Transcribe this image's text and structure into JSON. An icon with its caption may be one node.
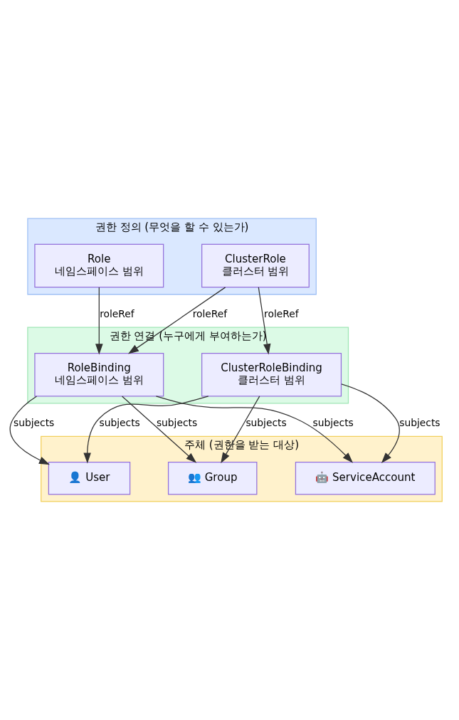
{
  "diagram": {
    "nodes": [
      {
        "text": [
          "권한 정의 (무엇을 할 수 있는가)"
        ]
      },
      {
        "text": [
          "Role",
          "네임스페이스 범위"
        ],
        "in": 0
      },
      {
        "text": [
          "ClusterRole",
          "클러스터 범위"
        ],
        "in": 0
      },
      {
        "text": [
          "권한 연결 (누구에게 부여하는가)"
        ]
      },
      {
        "text": [
          "RoleBinding",
          "네임스페이스 범위"
        ],
        "in": 3
      },
      {
        "text": [
          "ClusterRoleBinding",
          "클러스터 범위"
        ],
        "in": 3
      },
      {
        "text": [
          "주체 (권한을 받는 대상)"
        ]
      },
      {
        "text": [
          "👤 User"
        ],
        "in": 6
      },
      {
        "text": [
          "👥 Group"
        ],
        "in": 6
      },
      {
        "text": [
          "🤖 ServiceAccount"
        ],
        "in": 6
      }
    ],
    "edges": [
      {
        "from": 1,
        "to": 4,
        "arrow": "to",
        "label": "roleRef"
      },
      {
        "from": 2,
        "to": 4,
        "arrow": "to",
        "label": "roleRef"
      },
      {
        "from": 2,
        "to": 5,
        "arrow": "to",
        "label": "roleRef"
      },
      {
        "from": 4,
        "to": 7,
        "arrow": "to",
        "label": "subjects"
      },
      {
        "from": 4,
        "to": 8,
        "arrow": "to",
        "label": "subjects"
      },
      {
        "from": 4,
        "to": 9,
        "arrow": "to",
        "label": "subjects"
      },
      {
        "from": 5,
        "to": 7,
        "arrow": "to",
        "label": "subjects"
      },
      {
        "from": 5,
        "to": 8,
        "arrow": "to",
        "label": "subjects"
      },
      {
        "from": 5,
        "to": 9,
        "arrow": "to",
        "label": "subjects"
      }
    ]
  }
}
